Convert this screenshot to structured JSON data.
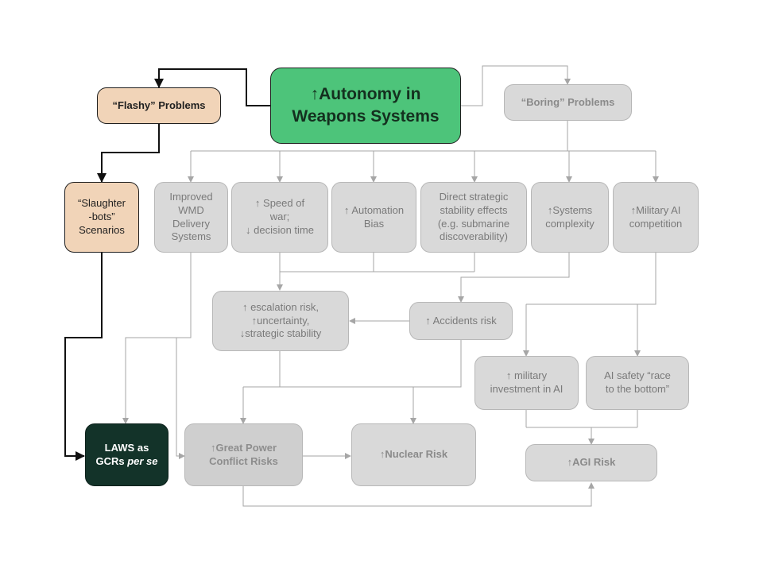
{
  "nodes": {
    "autonomy": "↑Autonomy in\nWeapons Systems",
    "flashy": "“Flashy” Problems",
    "boring": "“Boring” Problems",
    "slaughterbots": "“Slaughter\n-bots”\nScenarios",
    "wmd": "Improved\nWMD\nDelivery\nSystems",
    "speed": "↑ Speed of\nwar;\n↓ decision time",
    "automation_bias": "↑ Automation\nBias",
    "strategic_stability": "Direct strategic\nstability effects\n(e.g. submarine\ndiscoverability)",
    "systems_complexity": "↑Systems\ncomplexity",
    "military_ai_competition": "↑Military AI\ncompetition",
    "escalation": "↑ escalation risk,\n↑uncertainty,\n↓strategic stability",
    "accidents": "↑ Accidents risk",
    "military_investment": "↑ military\ninvestment in AI",
    "race_to_bottom": "AI safety “race\nto the bottom”",
    "laws_gcr_prefix": "LAWS as\nGCRs ",
    "laws_gcr_italic": "per se",
    "great_power": "↑Great Power\nConflict Risks",
    "nuclear": "↑Nuclear Risk",
    "agi": "↑AGI Risk"
  },
  "colors": {
    "green": "#4dc47a",
    "peach": "#f1d4b8",
    "gray": "#d9d9d9",
    "dark_green": "#133329",
    "black_arrow": "#111111",
    "gray_arrow": "#a6a6a6"
  }
}
